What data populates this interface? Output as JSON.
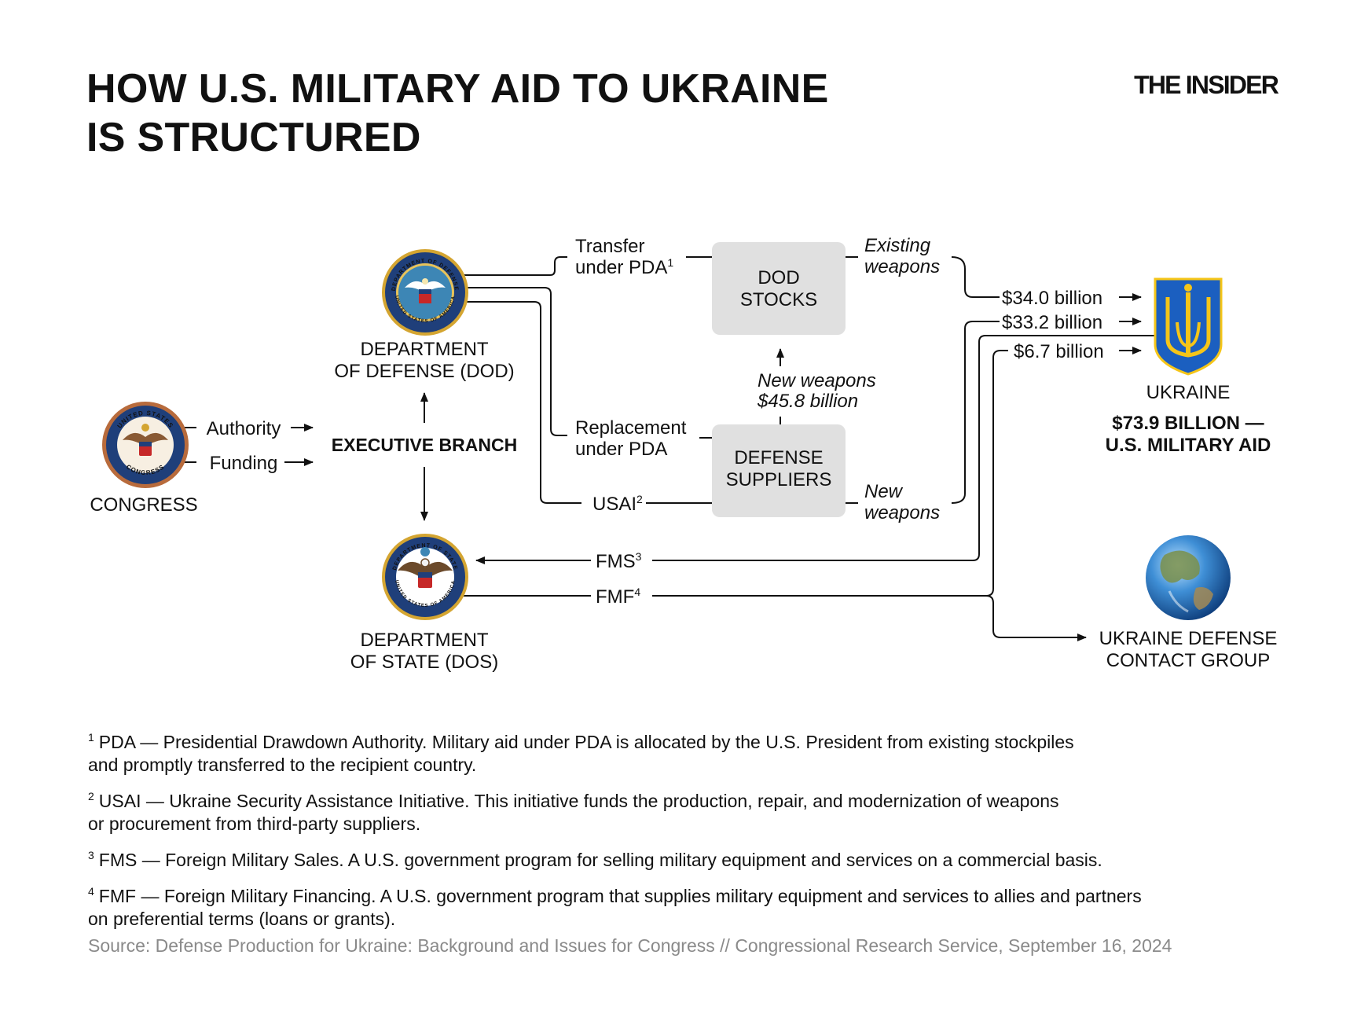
{
  "header": {
    "title_line1": "HOW U.S. MILITARY AID TO UKRAINE",
    "title_line2": "IS STRUCTURED",
    "brand": "THE INSIDER"
  },
  "diagram": {
    "congress": {
      "label": "CONGRESS",
      "seal_text": [
        "UNITED STATES",
        "CONGRESS"
      ],
      "arrows": [
        "Authority",
        "Funding"
      ]
    },
    "executive": {
      "label": "EXECUTIVE BRANCH"
    },
    "dod": {
      "label_line1": "DEPARTMENT",
      "label_line2": "OF DEFENSE (DOD)",
      "seal_text": [
        "DEPARTMENT OF DEFENSE",
        "UNITED STATES OF AMERICA"
      ]
    },
    "dos": {
      "label_line1": "DEPARTMENT",
      "label_line2": "OF STATE (DOS)",
      "seal_text": [
        "DEPARTMENT OF STATE",
        "UNITED STATES OF AMERICA"
      ]
    },
    "flows": {
      "pda_line1": "Transfer",
      "pda_line2": "under PDA",
      "pda_note": "1",
      "replacement_line1": "Replacement",
      "replacement_line2": "under PDA",
      "usai": "USAI",
      "usai_note": "2",
      "fms": "FMS",
      "fms_note": "3",
      "fmf": "FMF",
      "fmf_note": "4"
    },
    "dod_stocks": {
      "line1": "DOD",
      "line2": "STOCKS"
    },
    "defense_suppliers": {
      "line1": "DEFENSE",
      "line2": "SUPPLIERS"
    },
    "existing_weapons": {
      "line1": "Existing",
      "line2": "weapons"
    },
    "new_weapons": {
      "line1": "New",
      "line2": "weapons"
    },
    "new_weapons_flow": {
      "line1": "New weapons",
      "line2": "$45.8 billion"
    },
    "amounts": [
      "$34.0 billion",
      "$33.2 billion",
      "$6.7 billion"
    ],
    "ukraine": {
      "label": "UKRAINE",
      "total_line1": "$73.9 BILLION —",
      "total_line2": "U.S. MILITARY AID"
    },
    "udcg": {
      "line1": "UKRAINE DEFENSE",
      "line2": "CONTACT GROUP"
    }
  },
  "colors": {
    "box_fill": "#e0e0e0",
    "seal_blue": "#1f3f7a",
    "seal_gold": "#d4a531",
    "ukraine_blue": "#1b5fc0",
    "ukraine_gold": "#f5c518",
    "source_gray": "#8a8a8a"
  },
  "footnotes": [
    {
      "num": "1",
      "line1": "PDA — Presidential Drawdown Authority. Military aid under PDA is allocated by the U.S. President from existing stockpiles",
      "line2": "and promptly transferred to the recipient country."
    },
    {
      "num": "2",
      "line1": "USAI — Ukraine Security Assistance Initiative. This initiative funds the production, repair, and modernization of weapons",
      "line2": "or procurement from third-party suppliers."
    },
    {
      "num": "3",
      "line1": "FMS — Foreign Military Sales. A U.S. government program for selling military equipment and services on a commercial basis.",
      "line2": ""
    },
    {
      "num": "4",
      "line1": "FMF — Foreign Military Financing. A U.S. government program that supplies military equipment and services to allies and partners",
      "line2": "on preferential terms (loans or grants)."
    }
  ],
  "source": "Source: Defense Production for Ukraine: Background and Issues for Congress // Congressional Research Service, September 16, 2024"
}
